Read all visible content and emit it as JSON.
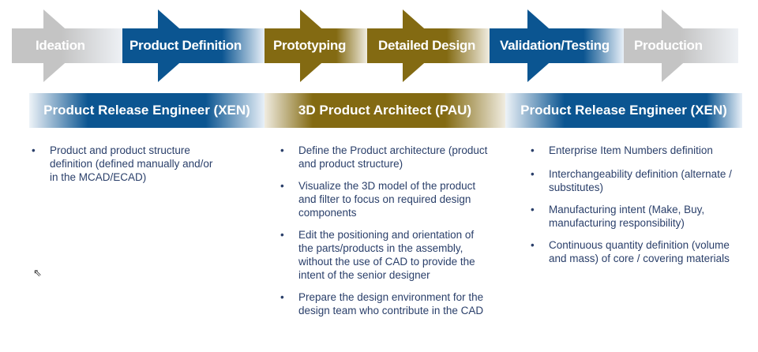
{
  "stages": [
    {
      "label": "Ideation",
      "color": "#c4c4c4"
    },
    {
      "label": "Product Definition",
      "color": "#0b5591"
    },
    {
      "label": "Prototyping",
      "color": "#836a12"
    },
    {
      "label": "Detailed Design",
      "color": "#836a12"
    },
    {
      "label": "Validation/Testing",
      "color": "#0b5591"
    },
    {
      "label": "Production",
      "color": "#c4c4c4"
    }
  ],
  "roles": [
    {
      "label": "Product Release Engineer (XEN)",
      "items": [
        "Product and product structure definition (defined manually and/or in the MCAD/ECAD)"
      ]
    },
    {
      "label": "3D Product Architect (PAU)",
      "items": [
        "Define the Product architecture (product and product structure)",
        "Visualize the 3D model of the product and filter to focus on required design components",
        "Edit the positioning and orientation of the parts/products in the assembly, without the use of CAD to provide the intent of the senior designer",
        "Prepare the design environment for the design team who contribute in the CAD"
      ]
    },
    {
      "label": "Product Release Engineer (XEN)",
      "items": [
        "Enterprise Item Numbers definition",
        "Interchangeability definition (alternate / substitutes)",
        "Manufacturing intent (Make, Buy, manufacturing responsibility)",
        "Continuous quantity definition (volume and mass) of core / covering materials"
      ]
    }
  ]
}
